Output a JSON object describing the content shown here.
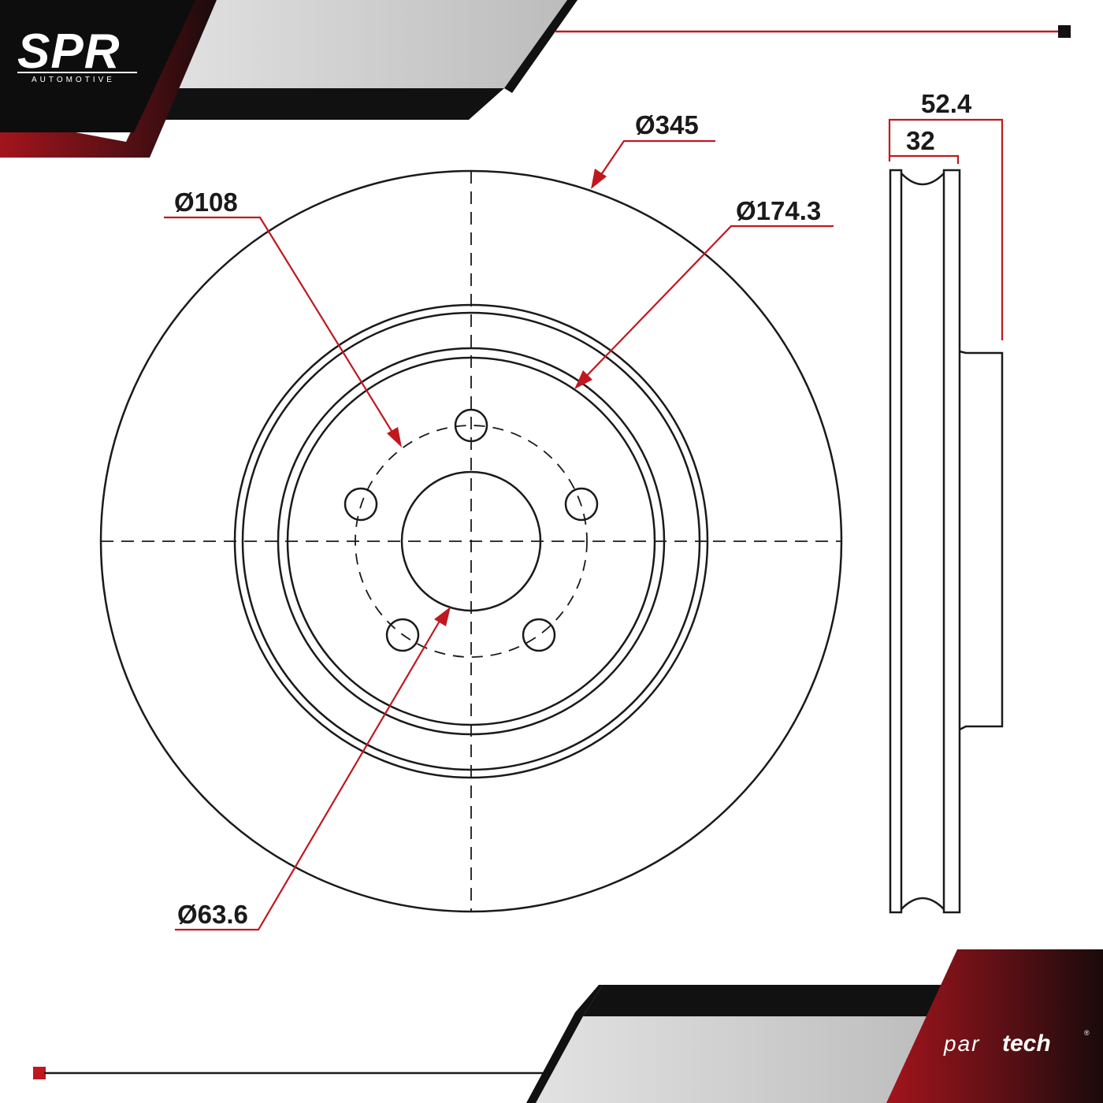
{
  "branding": {
    "company_logo": "SPR",
    "company_subtitle": "AUTOMOTIVE",
    "product_logo_part1": "par",
    "product_logo_part2": "tech",
    "product_logo_mark": "®"
  },
  "dimensions": {
    "outer_diameter": "Ø345",
    "bolt_circle_diameter": "Ø108",
    "hat_diameter": "Ø174.3",
    "center_bore_diameter": "Ø63.6",
    "total_height": "52.4",
    "disc_thickness": "32"
  },
  "colors": {
    "accent": "#c0181f",
    "dark": "#111111",
    "line": "#1a1a1a",
    "panel": "#c8c8c8"
  }
}
